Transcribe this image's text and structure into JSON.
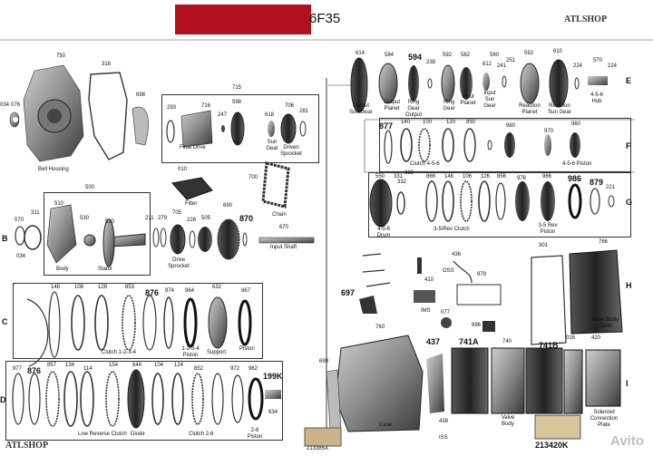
{
  "header": {
    "title": "6F35",
    "logo_top": "ATLSHOP",
    "logo_bottom": "ATLSHOP",
    "watermark": "Avito"
  },
  "rows": [
    "B",
    "C",
    "D",
    "E",
    "F",
    "G",
    "H",
    "I"
  ],
  "parts": {
    "bell_housing": {
      "num": "750",
      "label": "Bell Housing"
    },
    "gasket": {
      "num": "318"
    },
    "seal_698": {
      "num": "698"
    },
    "seal_034": {
      "num": "034"
    },
    "seal_076": {
      "num": "076"
    },
    "final_drive_box": {
      "num": "715"
    },
    "final_drive": {
      "num": "716",
      "label": "Final Drive"
    },
    "n293": {
      "num": "293"
    },
    "n247": {
      "num": "247"
    },
    "n598": {
      "num": "598"
    },
    "sun_gear": {
      "num": "618",
      "label": "Sun Gear"
    },
    "driven_sprocket": {
      "num": "706",
      "label": "Driven Sprocket"
    },
    "n281": {
      "num": "281"
    },
    "filter": {
      "num": "010",
      "label": "Filter"
    },
    "chain": {
      "num": "700",
      "label": "Chain"
    },
    "pump_box": {
      "num": "500"
    },
    "body": {
      "num": "510",
      "label": "Body"
    },
    "stator": {
      "num": "520",
      "label": "Stator"
    },
    "n530": {
      "num": "530"
    },
    "n070": {
      "num": "070"
    },
    "n311": {
      "num": "311"
    },
    "n034b": {
      "num": "034"
    },
    "n211": {
      "num": "211"
    },
    "n279": {
      "num": "279"
    },
    "drive_sprocket": {
      "num": "705",
      "label": "Drive Sprocket"
    },
    "n226": {
      "num": "226"
    },
    "n505": {
      "num": "505"
    },
    "n690": {
      "num": "690"
    },
    "n870": {
      "num": "870"
    },
    "input_shaft": {
      "num": "670",
      "label": "Input Shaft"
    },
    "n148": {
      "num": "148"
    },
    "n108": {
      "num": "108"
    },
    "n128": {
      "num": "128"
    },
    "n853": {
      "num": "853"
    },
    "n876": {
      "num": "876"
    },
    "n974": {
      "num": "974"
    },
    "n964": {
      "num": "964"
    },
    "n632": {
      "num": "632"
    },
    "n967": {
      "num": "967"
    },
    "clutch_1234": {
      "label": "Clutch 1-2-3-4"
    },
    "piston_1234": {
      "label": "1-2-3-4 Piston"
    },
    "support": {
      "label": "Support"
    },
    "piston_c": {
      "label": "Piston"
    },
    "n977": {
      "num": "977"
    },
    "n876d": {
      "num": "876"
    },
    "n857": {
      "num": "857"
    },
    "n134": {
      "num": "134"
    },
    "n114": {
      "num": "114"
    },
    "n154": {
      "num": "154"
    },
    "n644": {
      "num": "644"
    },
    "n104": {
      "num": "104"
    },
    "n124": {
      "num": "124"
    },
    "n852": {
      "num": "852"
    },
    "n972": {
      "num": "972"
    },
    "n962": {
      "num": "962"
    },
    "n199k": {
      "num": "199K"
    },
    "n634": {
      "num": "634"
    },
    "low_reverse_clutch": {
      "label": "Low Reverse Clutch"
    },
    "diode": {
      "label": "Diode"
    },
    "clutch_26": {
      "label": "Clutch 2-6"
    },
    "piston_26": {
      "label": "2-6 Piston"
    },
    "output_sun_gear": {
      "num": "614",
      "label": "Output Sun Gear"
    },
    "output_planet": {
      "num": "584",
      "label": "Output Planet"
    },
    "ring_gear_output": {
      "num": "594",
      "label": "Ring Gear Output"
    },
    "n238": {
      "num": "238"
    },
    "ring_gear": {
      "num": "592",
      "label": "Ring Gear"
    },
    "input_planet": {
      "num": "582",
      "label": "Input Planet"
    },
    "input_sun_gear": {
      "num": "612",
      "label": "Input Sun Gear"
    },
    "n580": {
      "num": "580"
    },
    "n241": {
      "num": "241"
    },
    "n251": {
      "num": "251"
    },
    "reaction_planet": {
      "num": "592",
      "label": "Reaction Planet"
    },
    "reaction_sun_gear": {
      "num": "610",
      "label": "Reaction Sun Gear"
    },
    "n224": {
      "num": "224"
    },
    "hub_456": {
      "num": "570",
      "label": "4-5-6 Hub"
    },
    "n224b": {
      "num": "224"
    },
    "n877": {
      "num": "877"
    },
    "n140": {
      "num": "140"
    },
    "n100": {
      "num": "100"
    },
    "n120": {
      "num": "120"
    },
    "n850": {
      "num": "850"
    },
    "n980": {
      "num": "980"
    },
    "n970": {
      "num": "970"
    },
    "n960": {
      "num": "960"
    },
    "clutch_456": {
      "label": "Clutch 4-5-6"
    },
    "piston_456": {
      "label": "4-5-6 Piston"
    },
    "drum_456": {
      "num": "550",
      "label": "4-5-6 Drum"
    },
    "n331": {
      "num": "331"
    },
    "n333": {
      "num": "333"
    },
    "n332": {
      "num": "332"
    },
    "n866": {
      "num": "866"
    },
    "n146": {
      "num": "146"
    },
    "n106": {
      "num": "106"
    },
    "n126": {
      "num": "126"
    },
    "n856": {
      "num": "856"
    },
    "n976": {
      "num": "976"
    },
    "n966": {
      "num": "966"
    },
    "n986": {
      "num": "986"
    },
    "n879": {
      "num": "879"
    },
    "n221": {
      "num": "221"
    },
    "clutch_35rev": {
      "label": "3-5/Rev Clutch"
    },
    "piston_35rev": {
      "label": "3-5 Rev Piston"
    },
    "n697": {
      "num": "697"
    },
    "n436": {
      "num": "436"
    },
    "oss": {
      "label": "OSS"
    },
    "n979": {
      "num": "979"
    },
    "n410": {
      "num": "410"
    },
    "ims": {
      "label": "IMS"
    },
    "n077": {
      "num": "077"
    },
    "n696": {
      "num": "696"
    },
    "n301": {
      "num": "301"
    },
    "valve_body_cover": {
      "num": "766",
      "label": "Valve Body Cover"
    },
    "n699": {
      "num": "699"
    },
    "case": {
      "num": "760",
      "label": "Case"
    },
    "n437": {
      "num": "437"
    },
    "n438": {
      "num": "438"
    },
    "iss": {
      "label": "ISS"
    },
    "n741a": {
      "num": "741A"
    },
    "valve_body": {
      "num": "740",
      "label": "Valve Body"
    },
    "n741b": {
      "num": "741B"
    },
    "n016": {
      "num": "016"
    },
    "solenoid": {
      "num": "420",
      "label": "Solenoid Connection Plate"
    },
    "kit_213385a": {
      "num": "213385A"
    },
    "kit_213420k": {
      "num": "213420K"
    }
  }
}
